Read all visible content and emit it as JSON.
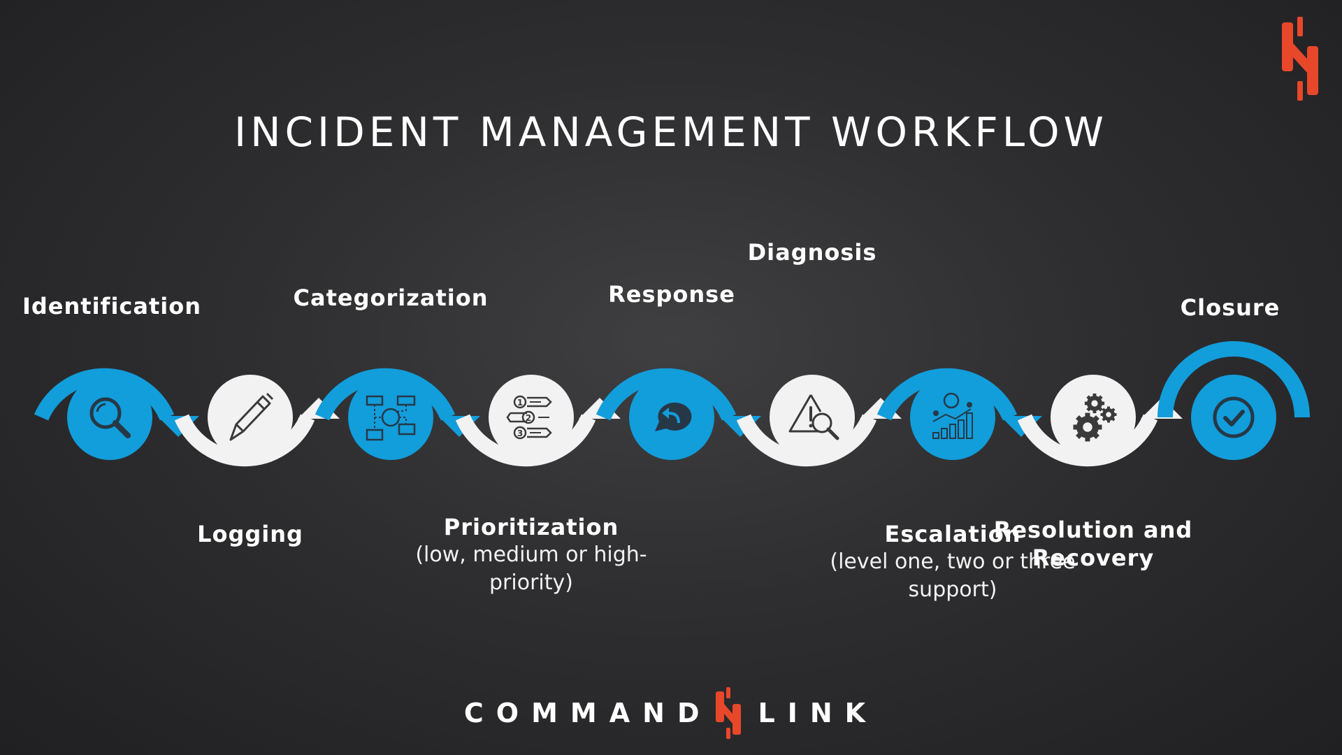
{
  "title": "INCIDENT MANAGEMENT WORKFLOW",
  "brand": {
    "left_word": "COMMAND",
    "right_word": "LINK"
  },
  "colors": {
    "blue": "#129ddb",
    "white": "#f2f2f2",
    "orange": "#e8472a",
    "icon_dark": "#263846"
  },
  "steps": [
    {
      "name": "Identification",
      "detail": "",
      "icon": "search-icon",
      "style": "blue"
    },
    {
      "name": "Logging",
      "detail": "",
      "icon": "pen-icon",
      "style": "white"
    },
    {
      "name": "Categorization",
      "detail": "",
      "icon": "flowchart-icon",
      "style": "blue"
    },
    {
      "name": "Prioritization",
      "detail": "(low, medium or high-priority)",
      "icon": "numbered-list-icon",
      "style": "white"
    },
    {
      "name": "Response",
      "detail": "",
      "icon": "reply-chat-icon",
      "style": "blue"
    },
    {
      "name": "Diagnosis",
      "detail": "",
      "icon": "warning-search-icon",
      "style": "white"
    },
    {
      "name": "Escalation",
      "detail": "(level one, two or three support)",
      "icon": "growth-chart-icon",
      "style": "blue"
    },
    {
      "name": "Resolution and Recovery",
      "detail": "",
      "icon": "gears-icon",
      "style": "white"
    },
    {
      "name": "Closure",
      "detail": "",
      "icon": "check-circle-icon",
      "style": "blue"
    }
  ]
}
